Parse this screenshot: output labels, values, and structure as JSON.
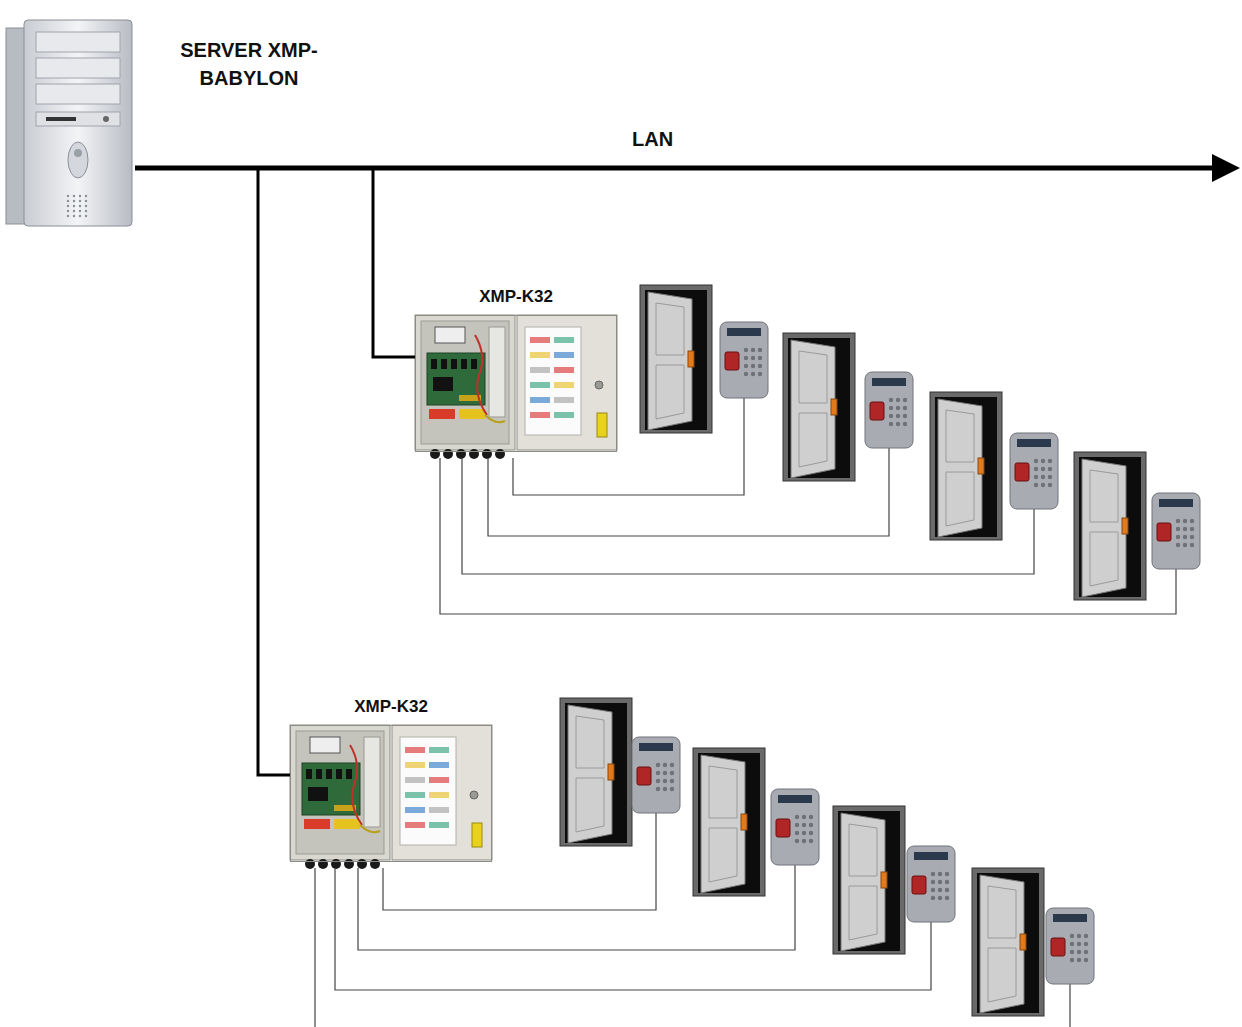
{
  "diagram": {
    "nodes": [
      {
        "text": [
          "SERVER XMP-BABYLON"
        ]
      },
      {
        "text": [
          "XMP-K32"
        ]
      },
      {
        "text": [
          "XMP-K32"
        ]
      }
    ],
    "edges": [
      {
        "from": 0,
        "to": 1,
        "arrow": "none"
      },
      {
        "from": 0,
        "to": 2,
        "arrow": "none"
      }
    ],
    "labels": [
      "LAN"
    ]
  }
}
